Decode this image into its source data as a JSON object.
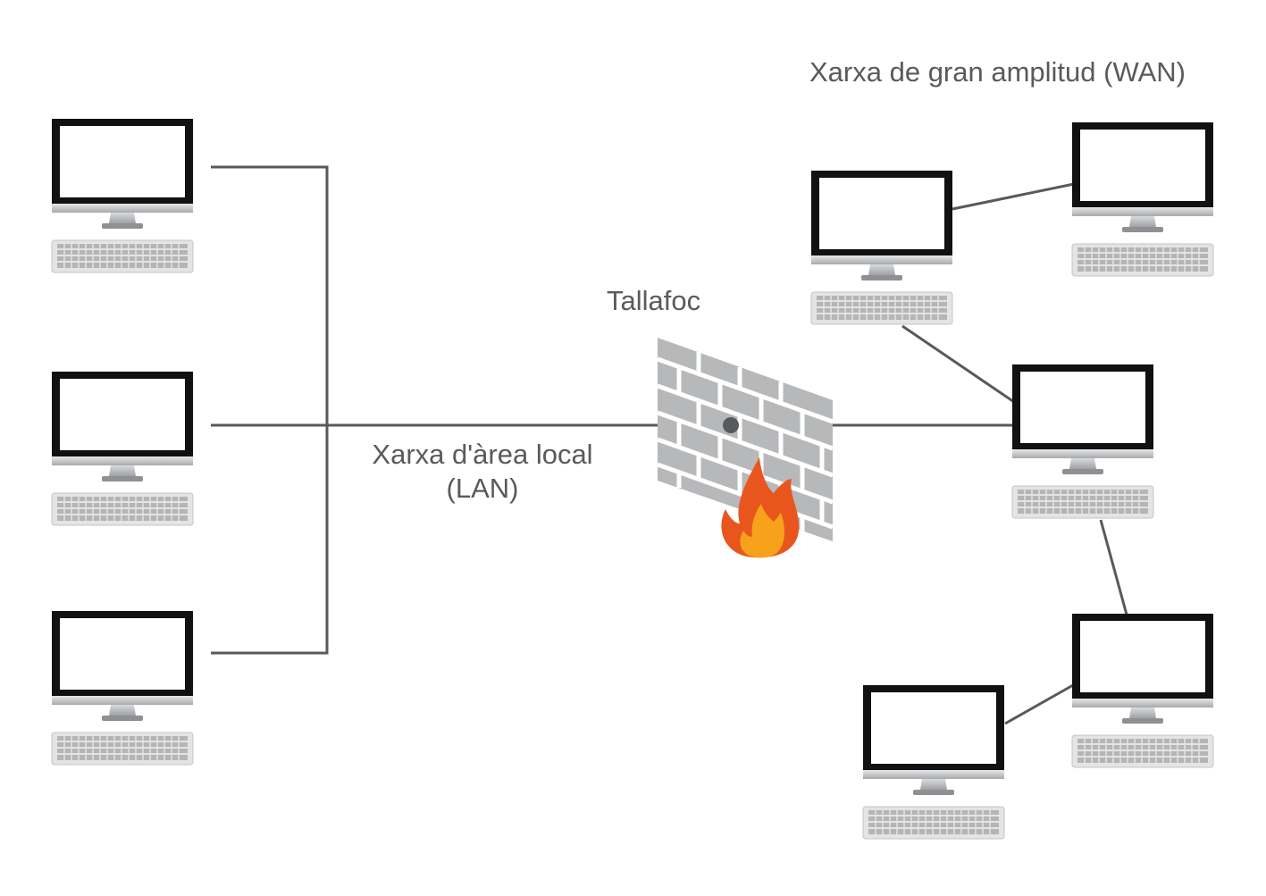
{
  "labels": {
    "wan": "Xarxa de gran amplitud (WAN)",
    "firewall": "Tallafoc",
    "lan": "Xarxa d'àrea local\n(LAN)"
  },
  "colors": {
    "line": "#58595b",
    "monitor_frame": "#111111",
    "stand": "#bcbec0",
    "keyboard": "#d4d4d4",
    "brick": "#b8b8ba",
    "flame_outer": "#e8561e",
    "flame_inner": "#f7a21b"
  },
  "nodes": {
    "lan": [
      "lan-computer-1",
      "lan-computer-2",
      "lan-computer-3"
    ],
    "wan": [
      "wan-computer-1",
      "wan-computer-2",
      "wan-computer-3",
      "wan-computer-4",
      "wan-computer-5"
    ]
  }
}
